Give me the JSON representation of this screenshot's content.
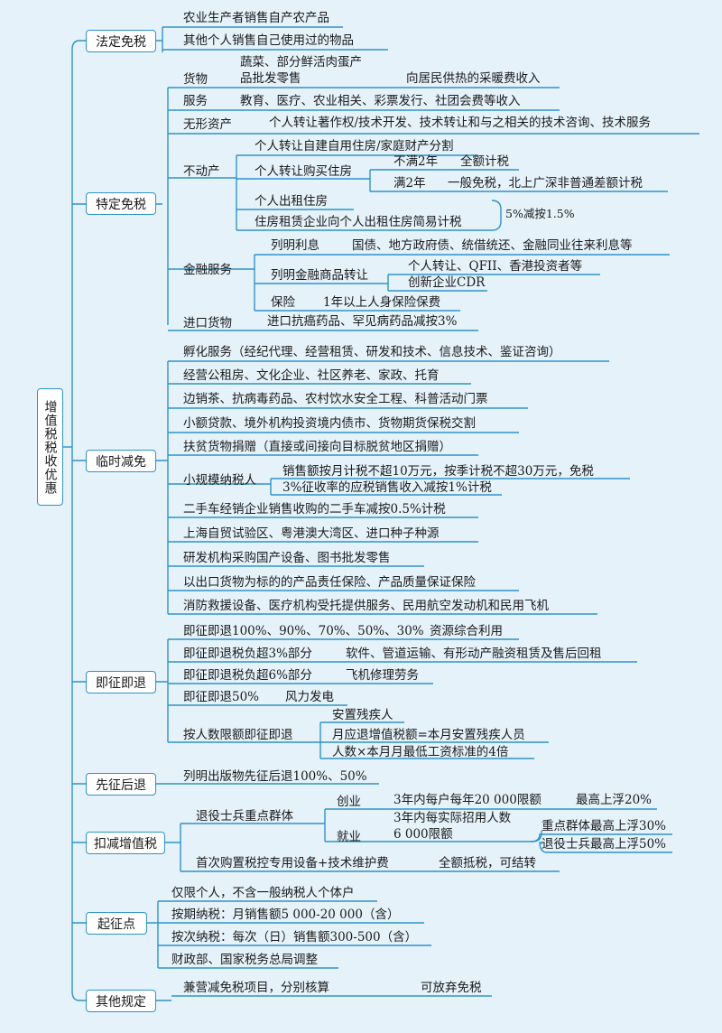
{
  "root": "增值税税收优惠",
  "b1": {
    "title": "法定免税",
    "r1": "农业生产者销售自产农产品",
    "r2": "其他个人销售自己使用过的物品"
  },
  "b2": {
    "title": "特定免税",
    "goods": {
      "label": "货物",
      "line1": "蔬菜、部分鲜活肉蛋产",
      "line2": "品批发零售",
      "extra": "向居民供热的采暖费收入"
    },
    "services": {
      "label": "服务",
      "text": "教育、医疗、农业相关、彩票发行、社团会费等收入"
    },
    "intangible": {
      "label": "无形资产",
      "text": "个人转让著作权/技术开发、技术转让和与之相关的技术咨询、技术服务"
    },
    "realestate": {
      "label": "不动产",
      "r1": "个人转让自建自用住房/家庭财产分割",
      "r2": "个人转让购买住房",
      "lt2": "不满2年",
      "lt2v": "全额计税",
      "gt2": "满2年",
      "gt2v": "一般免税，北上广深非普通差额计税",
      "r3": "个人出租住房",
      "r4": "住房租赁企业向个人出租住房简易计税",
      "note": "5%减按1.5%"
    },
    "finance": {
      "label": "金融服务",
      "interest": "列明利息",
      "interest_v": "国债、地方政府债、统借统还、金融同业往来利息等",
      "products": "列明金融商品转让",
      "p1": "个人转让、QFII、香港投资者等",
      "p2": "创新企业CDR",
      "ins": "保险",
      "ins_v": "1年以上人身保险保费"
    },
    "import": {
      "label": "进口货物",
      "text": "进口抗癌药品、罕见病药品减按3%"
    }
  },
  "b3": {
    "title": "临时减免",
    "r1": "孵化服务（经纪代理、经营租赁、研发和技术、信息技术、鉴证咨询）",
    "r2": "经营公租房、文化企业、社区养老、家政、托育",
    "r3": "边销茶、抗病毒药品、农村饮水安全工程、科普活动门票",
    "r4": "小额贷款、境外机构投资境内债市、货物期货保税交割",
    "r5": "扶贫货物捐赠（直接或间接向目标脱贫地区捐赠）",
    "small": "小规模纳税人",
    "s1": "销售额按月计税不超10万元，按季计税不超30万元，免税",
    "s2": "3%征收率的应税销售收入减按1%计税",
    "r6": "二手车经销企业销售收购的二手车减按0.5%计税",
    "r7": "上海自贸试验区、粤港澳大湾区、进口种子种源",
    "r8": "研发机构采购国产设备、图书批发零售",
    "r9": "以出口货物为标的的产品责任保险、产品质量保证保险",
    "r10": "消防救援设备、医疗机构受托提供服务、民用航空发动机和民用飞机"
  },
  "b4": {
    "title": "即征即退",
    "r1": "即征即退100%、90%、70%、50%、30%",
    "r1v": "资源综合利用",
    "r2": "即征即退税负超3%部分",
    "r2v": "软件、管道运输、有形动产融资租赁及售后回租",
    "r3": "即征即退税负超6%部分",
    "r3v": "飞机修理劳务",
    "r4": "即征即退50%",
    "r4v": "风力发电",
    "r5": "按人数限额即征即退",
    "r5a": "安置残疾人",
    "r5b": "月应退增值税额=本月安置残疾人员",
    "r5c": "人数×本月月最低工资标准的4倍"
  },
  "b5": {
    "title": "先征后退",
    "text": "列明出版物先征后退100%、50%"
  },
  "b6": {
    "title": "扣减增值税",
    "vet": "退役士兵重点群体",
    "biz": "创业",
    "biz_v": "3年内每户每年20 000限额",
    "biz_cap": "最高上浮20%",
    "job": "就业",
    "job_v1": "3年内每实际招用人数",
    "job_v2": "6 000限额",
    "cap1": "重点群体最高上浮30%",
    "cap2": "退役士兵最高上浮50%",
    "tax": "首次购置税控专用设备+技术维护费",
    "tax_v": "全额抵税，可结转"
  },
  "b7": {
    "title": "起征点",
    "r1": "仅限个人，不含一般纳税人个体户",
    "r2": "按期纳税：月销售额5 000-20 000（含）",
    "r3": "按次纳税：每次（日）销售额300-500（含）",
    "r4": "财政部、国家税务总局调整"
  },
  "b8": {
    "title": "其他规定",
    "text": "兼营减免税项目，分别核算",
    "extra": "可放弃免税"
  }
}
